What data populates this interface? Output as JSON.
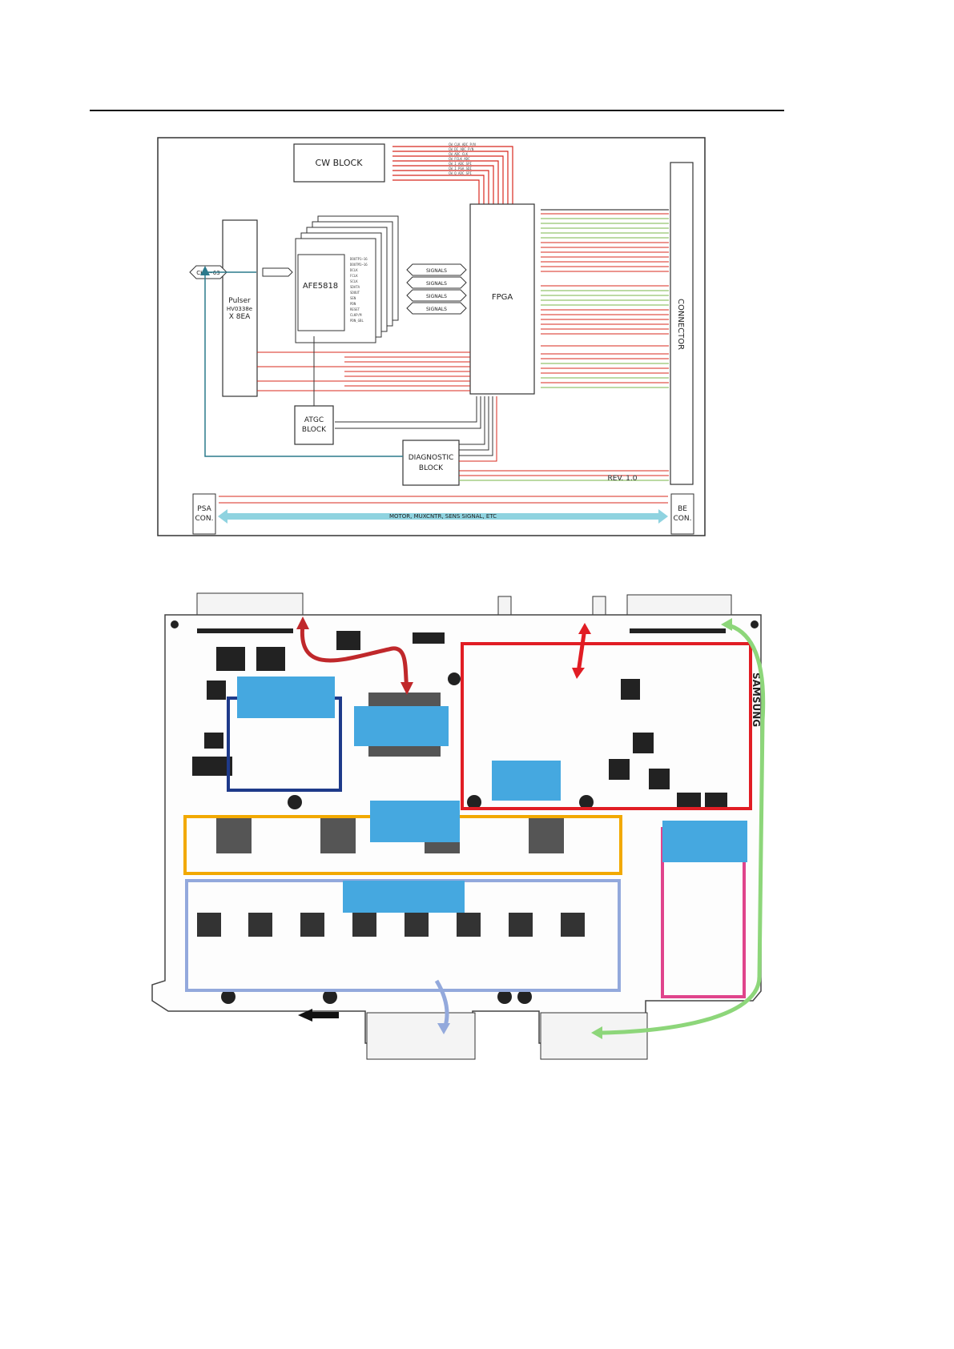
{
  "blocks": {
    "cw_block": "CW BLOCK",
    "afe": "AFE5818",
    "fpga": "FPGA",
    "pulser_line1": "Pulser",
    "pulser_line2": "HV0338e",
    "pulser_line3": "X 8EA",
    "atgc_line1": "ATGC",
    "atgc_line2": "BLOCK",
    "diag_line1": "DIAGNOSTIC",
    "diag_line2": "BLOCK",
    "connector": "CONNECTOR",
    "psa_line1": "PSA",
    "psa_line2": "CON.",
    "be_line1": "BE",
    "be_line2": "CON.",
    "ch_label": "CH0~63",
    "signals": [
      "SIGNALS",
      "SIGNALS",
      "SIGNALS",
      "SIGNALS"
    ],
    "bottom_bus": "MOTOR, MUXCNTR, SENS SIGNAL, ETC",
    "rev": "REV. 1.0",
    "pcb_brand": "SAMSUNG"
  },
  "colors": {
    "red_signal": "#d8281e",
    "green_signal": "#7ab648",
    "teal_line": "#2b7a8c",
    "cyan_bus": "#8fd3e0",
    "label_blue": "#45a8e0",
    "box_navy": "#1e3a8a",
    "box_red": "#e11d24",
    "box_orange": "#f2a900",
    "box_lightblue": "#93a9dc",
    "box_pink": "#e0448c",
    "arrow_green": "#8dd67a"
  }
}
